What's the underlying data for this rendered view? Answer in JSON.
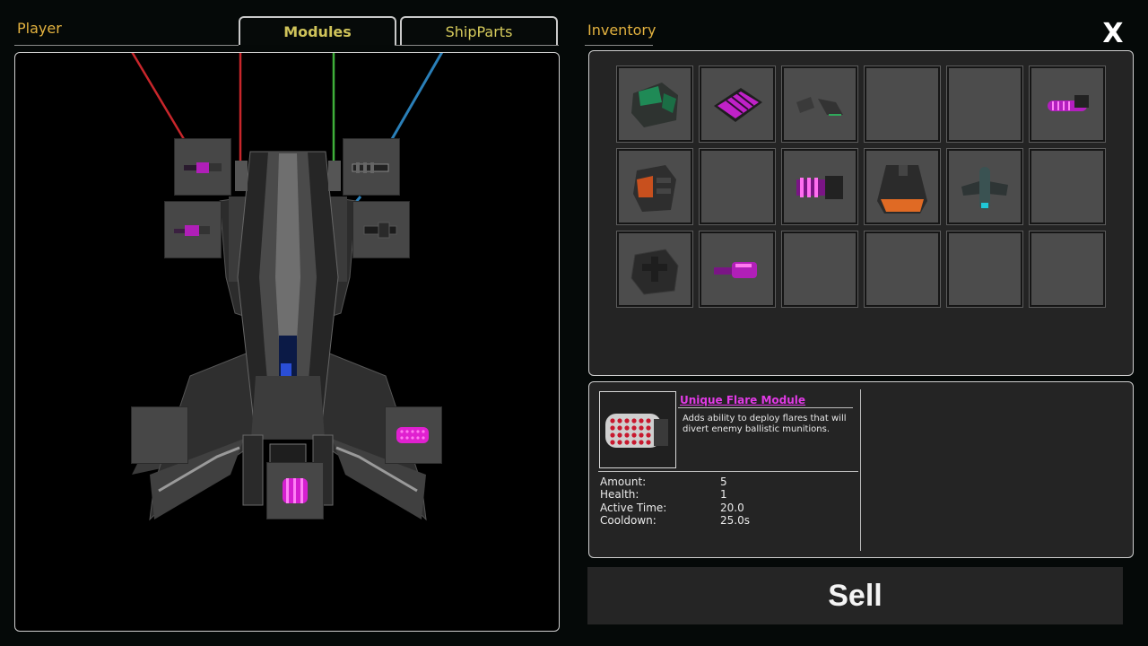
{
  "player": {
    "label": "Player"
  },
  "tabs": [
    {
      "label": "Modules",
      "active": true
    },
    {
      "label": "ShipParts",
      "active": false
    }
  ],
  "inventory": {
    "label": "Inventory",
    "close_label": "X",
    "slots": [
      {
        "item": "green-armor-icon"
      },
      {
        "item": "magenta-plate-icon"
      },
      {
        "item": "green-wing-part-icon"
      },
      {
        "item": "empty"
      },
      {
        "item": "empty"
      },
      {
        "item": "magenta-cannon-icon"
      },
      {
        "item": "orange-armor-icon"
      },
      {
        "item": "empty"
      },
      {
        "item": "magenta-launcher-icon"
      },
      {
        "item": "orange-hull-icon"
      },
      {
        "item": "teal-engine-icon"
      },
      {
        "item": "empty"
      },
      {
        "item": "dark-armor-icon"
      },
      {
        "item": "magenta-gun-icon"
      },
      {
        "item": "empty"
      },
      {
        "item": "empty"
      },
      {
        "item": "empty"
      },
      {
        "item": "empty"
      }
    ]
  },
  "detail": {
    "title": "Unique Flare Module",
    "description": "Adds ability to deploy flares that will divert enemy ballistic munitions.",
    "stats": [
      {
        "label": "Amount:",
        "value": "5"
      },
      {
        "label": "Health:",
        "value": "1"
      },
      {
        "label": "Active Time:",
        "value": "20.0"
      },
      {
        "label": "Cooldown:",
        "value": "25.0s"
      }
    ]
  },
  "sell_label": "Sell",
  "colors": {
    "accent_gold": "#e3b23f",
    "tab_text": "#cfc35a",
    "rarity_unique": "#e23ae6",
    "panel_bg": "#242424",
    "slot_bg": "#4c4c4c"
  }
}
